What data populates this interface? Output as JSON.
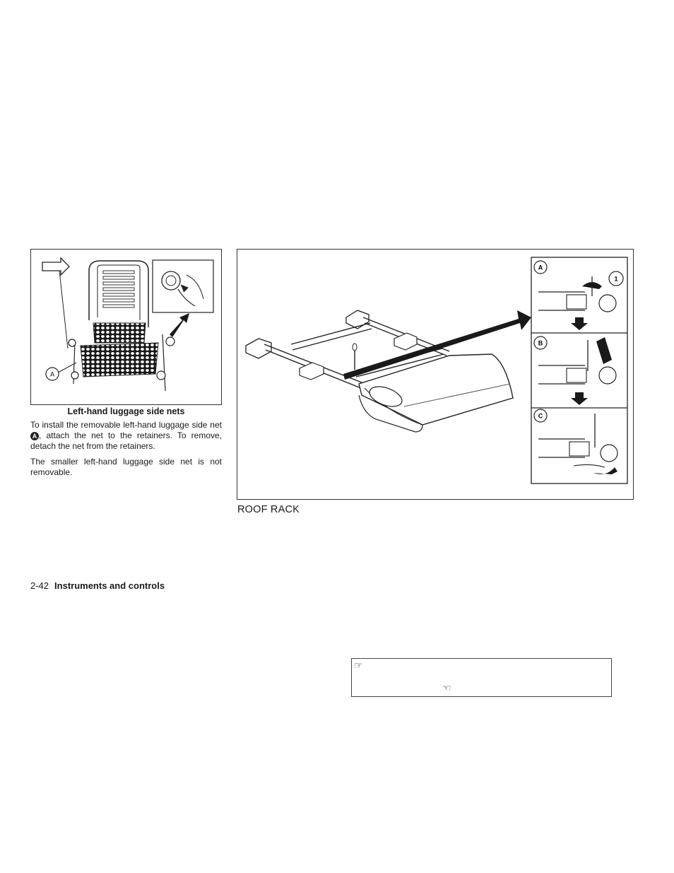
{
  "left_figure": {
    "label_a": "A",
    "caption": "Left-hand luggage side nets"
  },
  "body": {
    "para1_before": "To install the removable left-hand luggage side net ",
    "para1_ref": "A",
    "para1_after": ", attach the net to the retainers. To remove, detach the net from the retainers.",
    "para2": "The smaller left-hand luggage side net is not removable."
  },
  "right_figure": {
    "panel_labels": [
      "A",
      "B",
      "C"
    ],
    "callout": "1"
  },
  "section_heading": "ROOF RACK",
  "footer": {
    "page_number": "2-42",
    "section_title": "Instruments and controls"
  },
  "note_box": {
    "icon_1": "pointing-hand-icon",
    "icon_2": "pointing-hand-icon"
  }
}
